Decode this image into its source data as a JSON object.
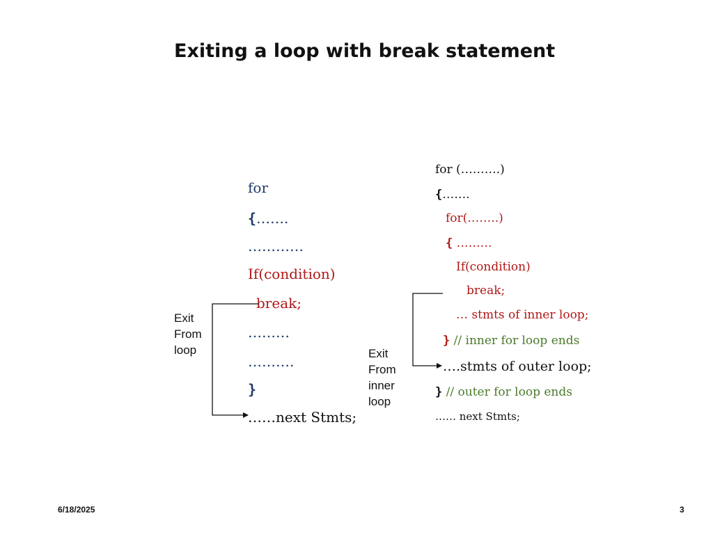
{
  "title": "Exiting a loop with break statement",
  "left_code": {
    "for": "for",
    "open_brace": "{",
    "open_rest": "…….",
    "dots1": "…………",
    "if": "If(condition)",
    "break": "break;",
    "dots2": "………",
    "dots3": "……….",
    "close_brace": "}",
    "next": "……next Stmts;"
  },
  "left_label": [
    "Exit",
    "From",
    "loop"
  ],
  "right_code": {
    "for_outer": "for (……….)",
    "open_outer_brace": "{",
    "open_outer_rest": "…….",
    "for_inner": "for(……..)",
    "open_inner_brace": "{",
    "open_inner_rest": " ………",
    "if": "If(condition)",
    "break": "break;",
    "inner_stmts": "… stmts of inner loop;",
    "inner_close_brace": "}",
    "inner_comment": " // inner for loop ends",
    "outer_stmts": "….stmts of outer loop;",
    "outer_close_brace": "}",
    "outer_comment": " // outer for loop ends",
    "next": "…… next Stmts;"
  },
  "right_label": [
    "Exit",
    "From",
    "inner",
    "loop"
  ],
  "footer": {
    "date": "6/18/2025",
    "page": "3"
  },
  "colors": {
    "navy": "#1f3a6b",
    "red": "#b01818",
    "green": "#4a7a2a",
    "text": "#111111"
  }
}
